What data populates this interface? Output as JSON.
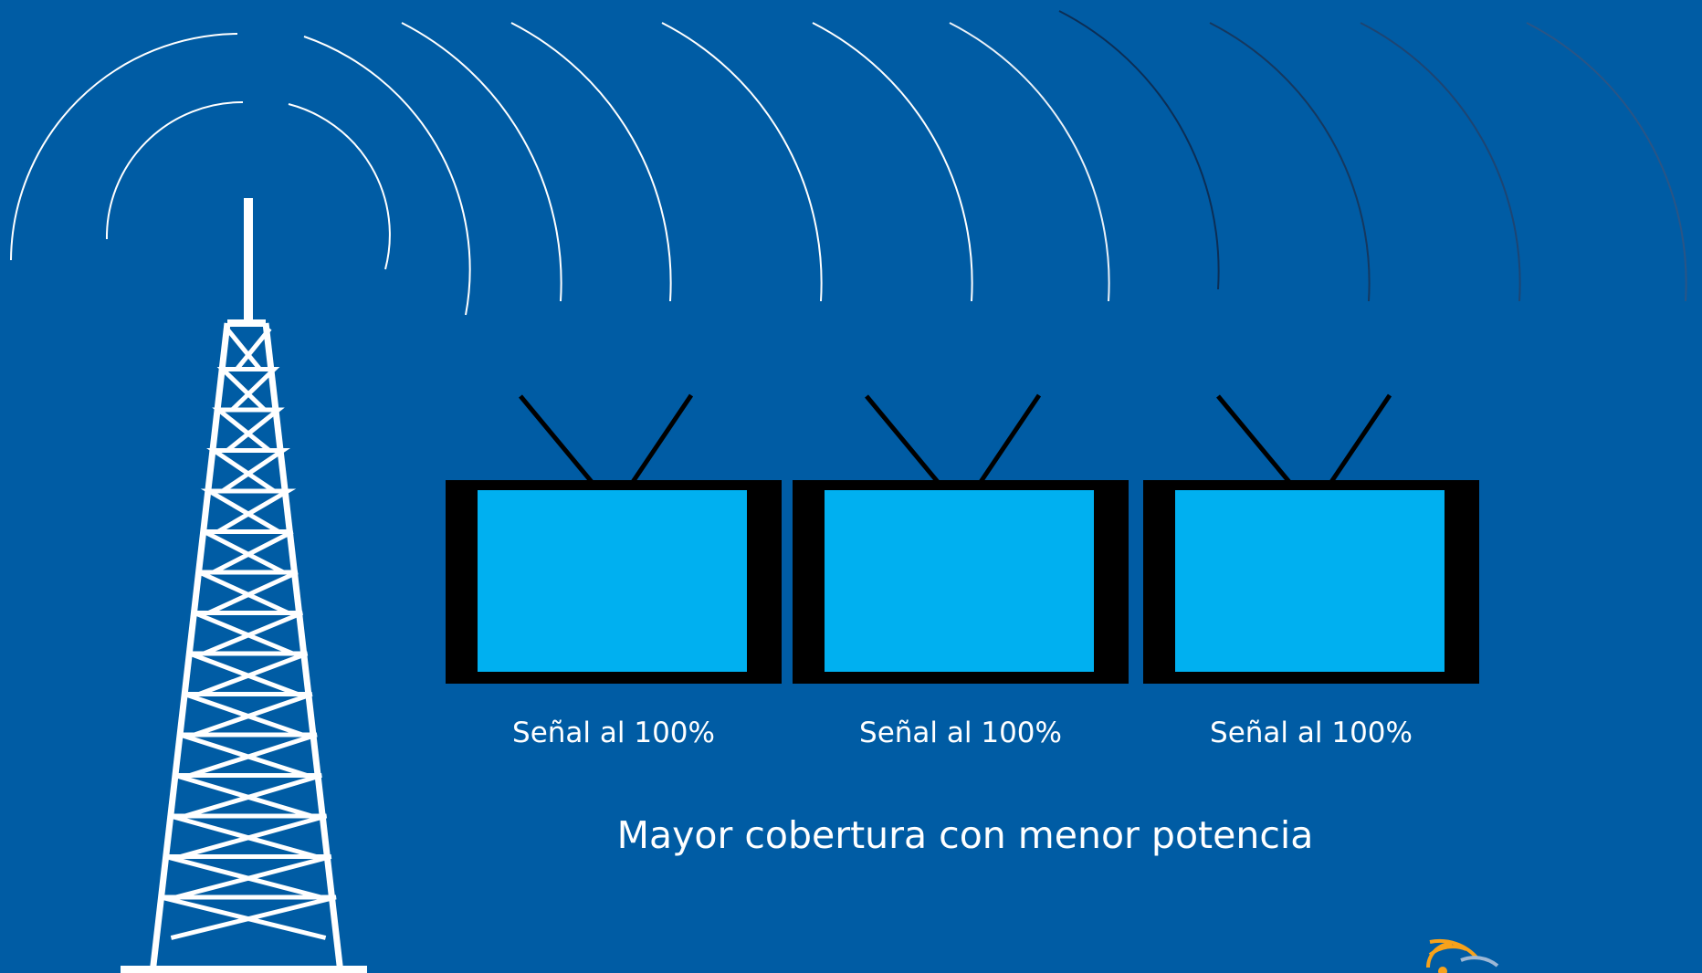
{
  "colors": {
    "background": "#005ca4",
    "screen": "#00b0f0",
    "tv_body": "#000000",
    "wave": "#ffffff",
    "wave_fading": "#0c2e55",
    "tower": "#ffffff",
    "logo_accent": "#f7a21b",
    "logo_secondary": "#9db8d6"
  },
  "televisions": [
    {
      "label": "Señal al 100%"
    },
    {
      "label": "Señal al 100%"
    },
    {
      "label": "Señal al 100%"
    }
  ],
  "caption": "Mayor cobertura con menor potencia",
  "icons": [
    "transmission-tower-icon",
    "signal-wave-icon",
    "television-icon",
    "broadcast-logo-icon"
  ]
}
